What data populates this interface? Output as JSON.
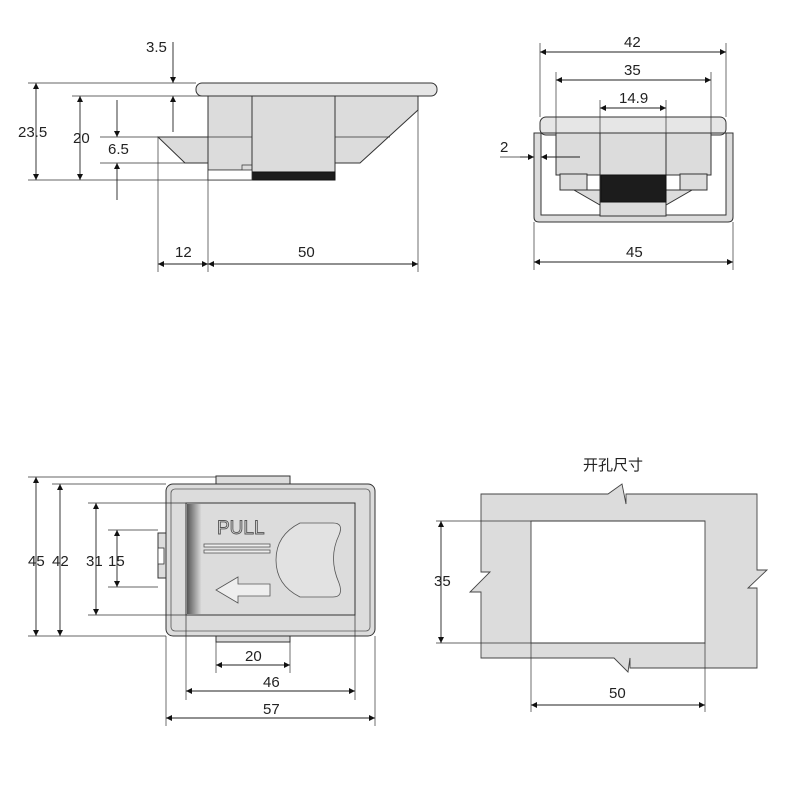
{
  "side_view": {
    "d_total_height": "23.5",
    "d_height": "20",
    "d_flange": "3.5",
    "d_tail_height": "6.5",
    "d_tail_length": "12",
    "d_depth": "50"
  },
  "end_view": {
    "d_flange_width": "42",
    "d_body_width": "35",
    "d_slot_width": "14.9",
    "d_frame_thickness": "2",
    "d_frame_width": "45"
  },
  "front_view": {
    "pull_label": "PULL",
    "d_height_total": "45",
    "d_height_flange": "42",
    "d_height_body": "31",
    "d_tab_height": "15",
    "d_tab_width": "20",
    "d_body_width": "46",
    "d_flange_width": "57"
  },
  "cutout": {
    "title": "开孔尺寸",
    "d_height": "35",
    "d_width": "50"
  },
  "colors": {
    "part": "#dcdcdc",
    "dark": "#1c1c1c",
    "line": "#222222"
  }
}
